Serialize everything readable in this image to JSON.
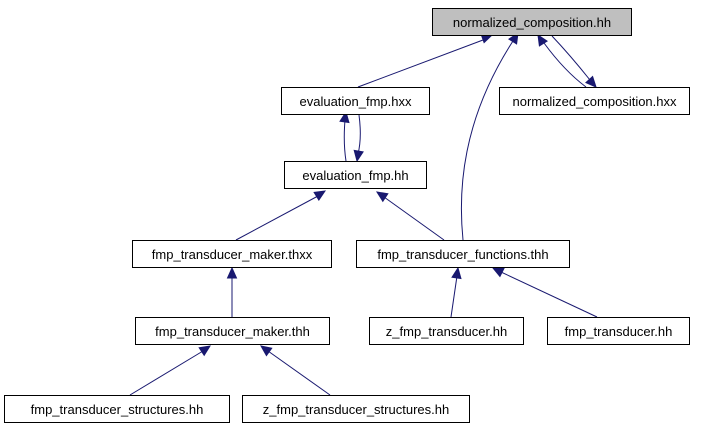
{
  "diagram": {
    "edge_color": "#191970",
    "root_fill": "#bfbfbf",
    "nodes": [
      {
        "id": "normalized_composition_hh",
        "label": "normalized_composition.hh",
        "root": true
      },
      {
        "id": "evaluation_fmp_hxx",
        "label": "evaluation_fmp.hxx"
      },
      {
        "id": "normalized_composition_hxx",
        "label": "normalized_composition.hxx"
      },
      {
        "id": "evaluation_fmp_hh",
        "label": "evaluation_fmp.hh"
      },
      {
        "id": "fmp_transducer_maker_thxx",
        "label": "fmp_transducer_maker.thxx"
      },
      {
        "id": "fmp_transducer_functions_thh",
        "label": "fmp_transducer_functions.thh"
      },
      {
        "id": "fmp_transducer_maker_thh",
        "label": "fmp_transducer_maker.thh"
      },
      {
        "id": "z_fmp_transducer_hh",
        "label": "z_fmp_transducer.hh"
      },
      {
        "id": "fmp_transducer_hh",
        "label": "fmp_transducer.hh"
      },
      {
        "id": "fmp_transducer_structures_hh",
        "label": "fmp_transducer_structures.hh"
      },
      {
        "id": "z_fmp_transducer_structures_hh",
        "label": "z_fmp_transducer_structures.hh"
      }
    ],
    "edges": [
      {
        "from": "evaluation_fmp_hxx",
        "to": "normalized_composition_hh"
      },
      {
        "from": "fmp_transducer_functions_thh",
        "to": "normalized_composition_hh"
      },
      {
        "from": "normalized_composition_hxx",
        "to": "normalized_composition_hh"
      },
      {
        "from": "normalized_composition_hh",
        "to": "normalized_composition_hxx"
      },
      {
        "from": "evaluation_fmp_hh",
        "to": "evaluation_fmp_hxx"
      },
      {
        "from": "evaluation_fmp_hxx",
        "to": "evaluation_fmp_hh"
      },
      {
        "from": "fmp_transducer_maker_thxx",
        "to": "evaluation_fmp_hh"
      },
      {
        "from": "fmp_transducer_functions_thh",
        "to": "evaluation_fmp_hh"
      },
      {
        "from": "fmp_transducer_maker_thh",
        "to": "fmp_transducer_maker_thxx"
      },
      {
        "from": "z_fmp_transducer_hh",
        "to": "fmp_transducer_functions_thh"
      },
      {
        "from": "fmp_transducer_hh",
        "to": "fmp_transducer_functions_thh"
      },
      {
        "from": "fmp_transducer_structures_hh",
        "to": "fmp_transducer_maker_thh"
      },
      {
        "from": "z_fmp_transducer_structures_hh",
        "to": "fmp_transducer_maker_thh"
      }
    ]
  }
}
